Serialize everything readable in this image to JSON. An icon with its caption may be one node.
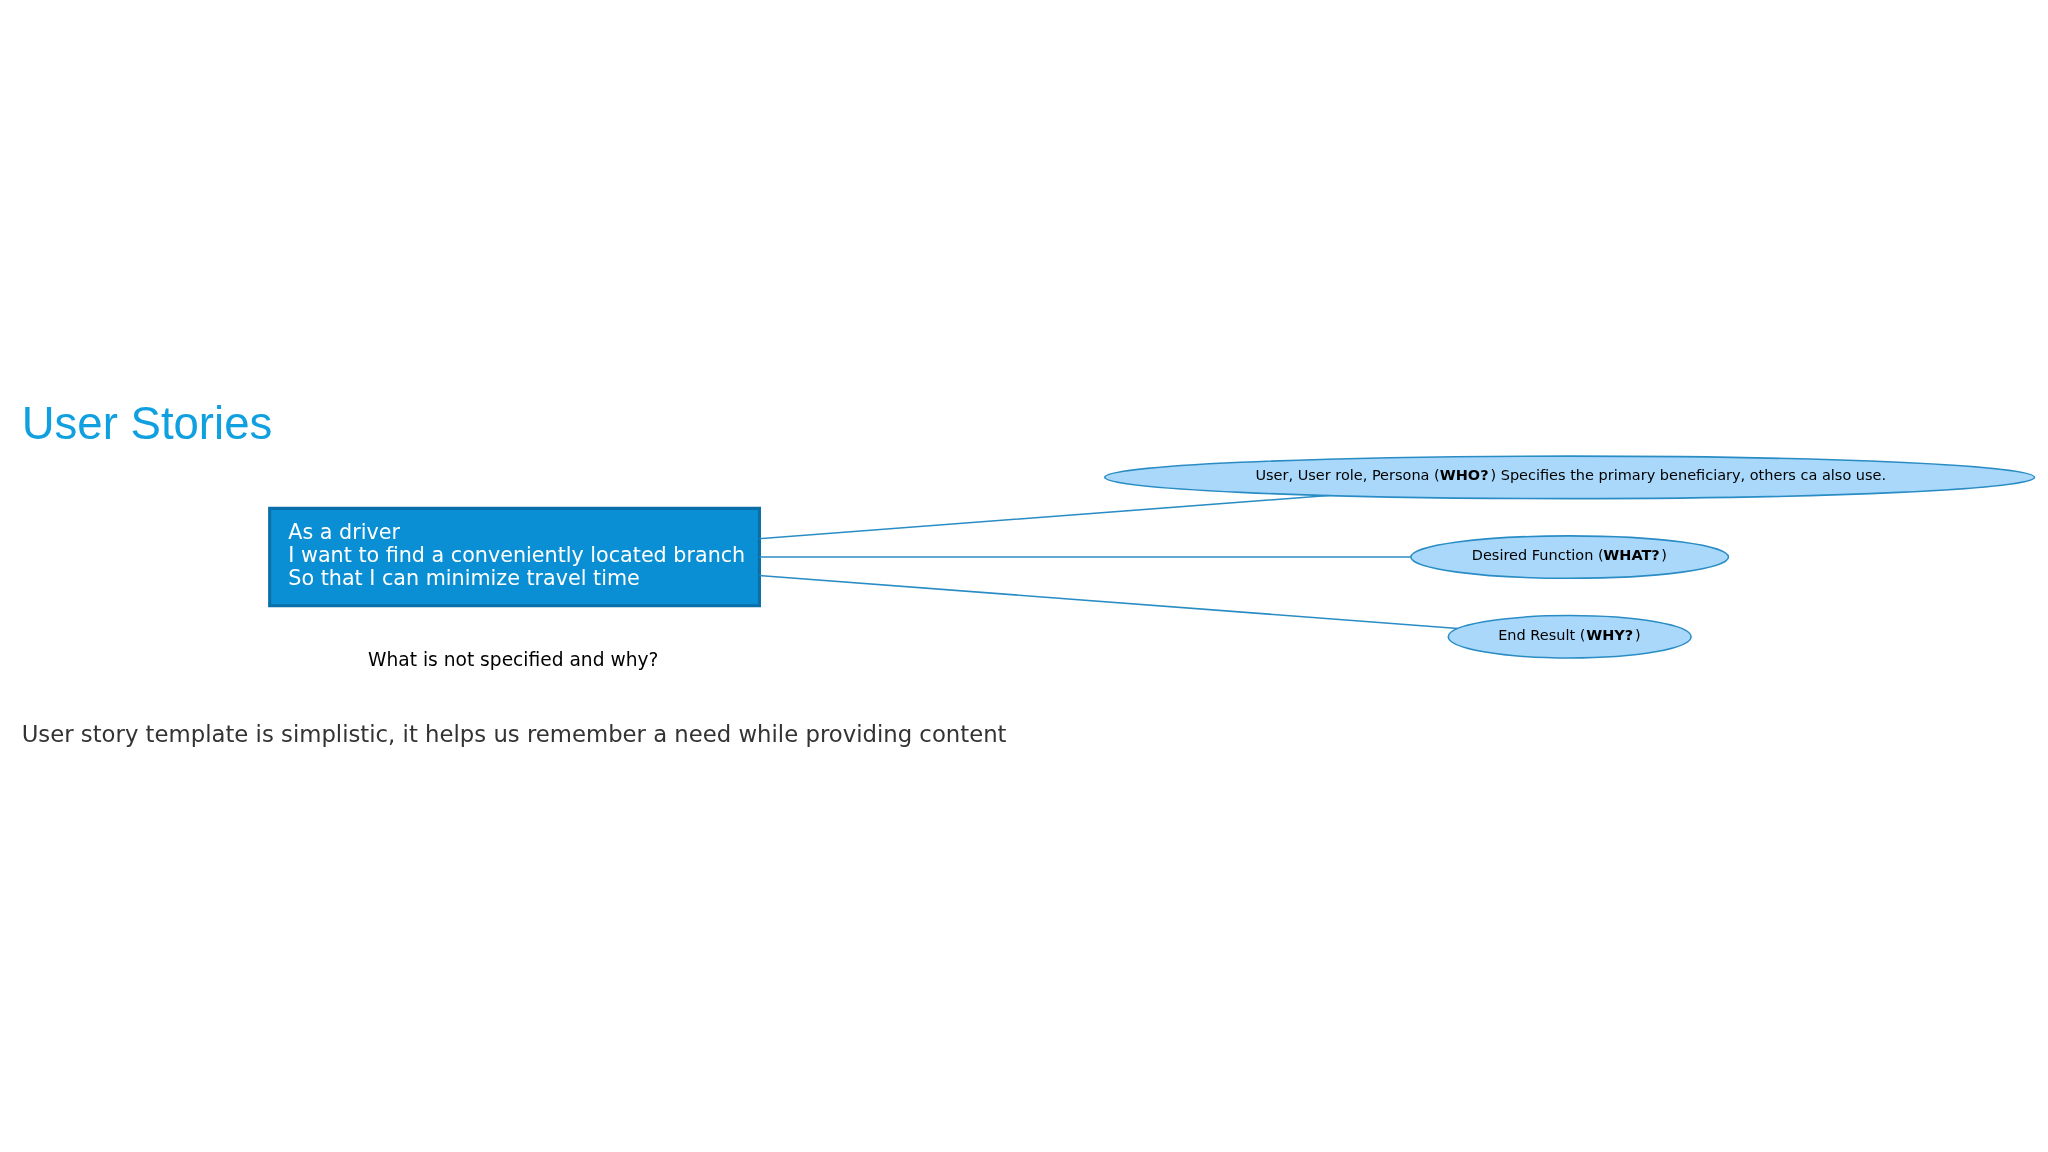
{
  "diagram": {
    "title": "User Stories",
    "nodes": [
      {
        "text": [
          "As a driver",
          "I want to find a conveniently located branch",
          "So that I can minimize travel time"
        ]
      },
      {
        "text": [
          "User, User role, Persona (**WHO?**) Specifies the primary beneficiary, others ca also use."
        ]
      },
      {
        "text": [
          "Desired Function (**WHAT?**)"
        ]
      },
      {
        "text": [
          "End Result (**WHY?**)"
        ]
      }
    ],
    "edges": [
      {
        "from": 0,
        "to": 1,
        "arrow": "none"
      },
      {
        "from": 0,
        "to": 2,
        "arrow": "none"
      },
      {
        "from": 0,
        "to": 3,
        "arrow": "none"
      }
    ],
    "labels": [
      "User story template is simplistic, it helps us remember a need while providing content",
      "What is not specified and why?"
    ]
  }
}
